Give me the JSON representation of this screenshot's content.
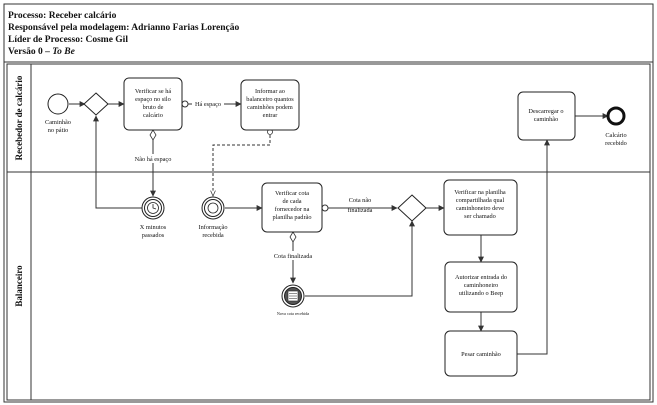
{
  "header": {
    "line1": "Processo: Receber calcário",
    "line2": "Responsável pela modelagem: Adrianno Farias Lorenção",
    "line3": "Líder de Processo: Cosme Gil",
    "line4_prefix": "Versão 0 – ",
    "line4_italic": "To Be"
  },
  "lanes": {
    "top": "Recebedor de calcário",
    "bottom": "Balanceiro"
  },
  "events": {
    "start": [
      "Caminhão",
      "no pátio"
    ],
    "timer": [
      "X minutos",
      "passados"
    ],
    "message": [
      "Informação",
      "recebida"
    ],
    "send": "Nova cota recebida",
    "end": [
      "Calcário",
      "recebido"
    ]
  },
  "tasks": {
    "verify_space": [
      "Verificar se há",
      "espaço no silo",
      "bruto de",
      "calcário"
    ],
    "inform": [
      "Informar ao",
      "balanceiro quantos",
      "caminhões podem",
      "entrar"
    ],
    "verify_quota": [
      "Verificar cota",
      "de cada",
      "fornecedor na",
      "planilha padrão"
    ],
    "verify_sheet": [
      "Verificar na planilha",
      "compartilhada qual",
      "caminhoneiro deve",
      "ser chamado"
    ],
    "authorize": [
      "Autorizar entrada do",
      "caminhoneiro",
      "utilizando o Beep"
    ],
    "weigh": [
      "Pesar caminhão"
    ],
    "unload": [
      "Descarregar o",
      "caminhão"
    ]
  },
  "flows": {
    "has_space": "Há espaço",
    "no_space": "Não há espaço",
    "quota_not_finished": [
      "Cota não",
      "finalizada"
    ],
    "quota_finished": "Cota finalizada"
  }
}
